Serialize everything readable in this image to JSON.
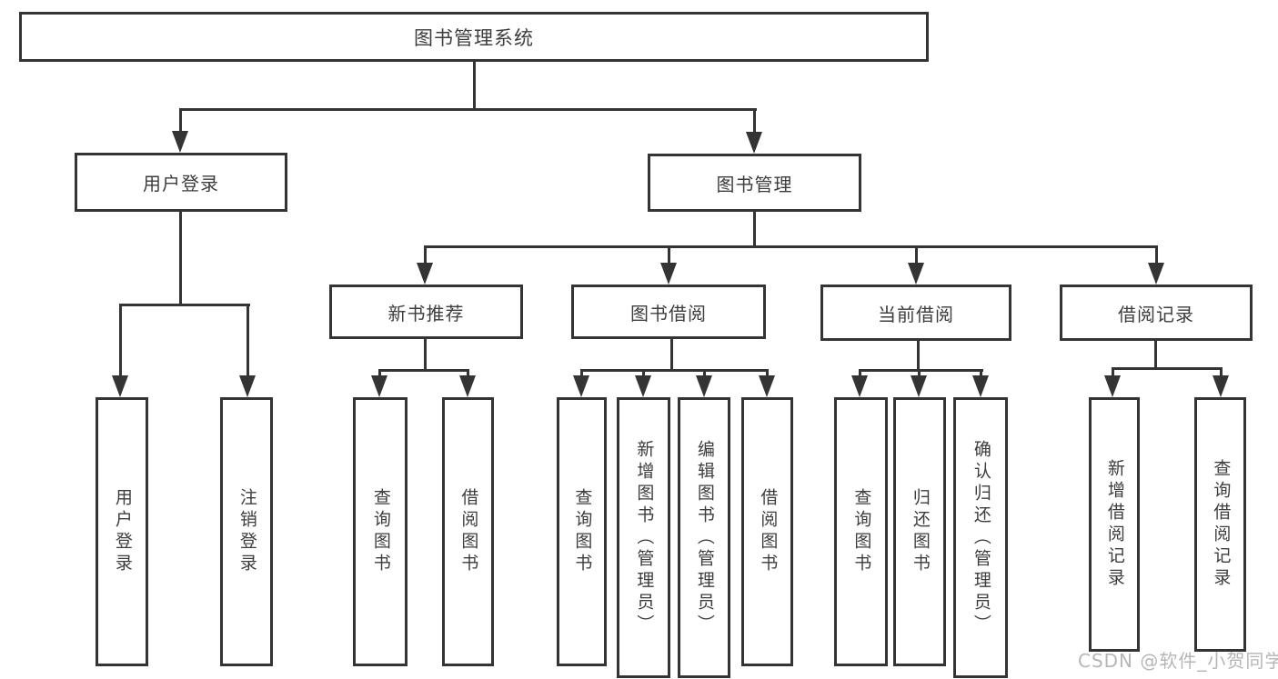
{
  "diagram": {
    "title": "图书管理系统",
    "level2": {
      "user_login": "用户登录",
      "book_mgmt": "图书管理"
    },
    "level3": {
      "new_books": "新书推荐",
      "book_borrow": "图书借阅",
      "current_borrow": "当前借阅",
      "borrow_records": "借阅记录"
    },
    "leaves": {
      "user_login": [
        "用户登录",
        "注销登录"
      ],
      "new_books": [
        "查询图书",
        "借阅图书"
      ],
      "book_borrow": [
        "查询图书",
        "新增图书（管理员）",
        "编辑图书（管理员）",
        "借阅图书"
      ],
      "current_borrow": [
        "查询图书",
        "归还图书",
        "确认归还（管理员）"
      ],
      "borrow_records": [
        "新增借阅记录",
        "查询借阅记录"
      ]
    }
  },
  "watermark": "CSDN @软件_小贺同学",
  "colors": {
    "line": "#343434",
    "text": "#3d3d3d",
    "watermark": "#b6b6b6",
    "background": "#ffffff"
  }
}
